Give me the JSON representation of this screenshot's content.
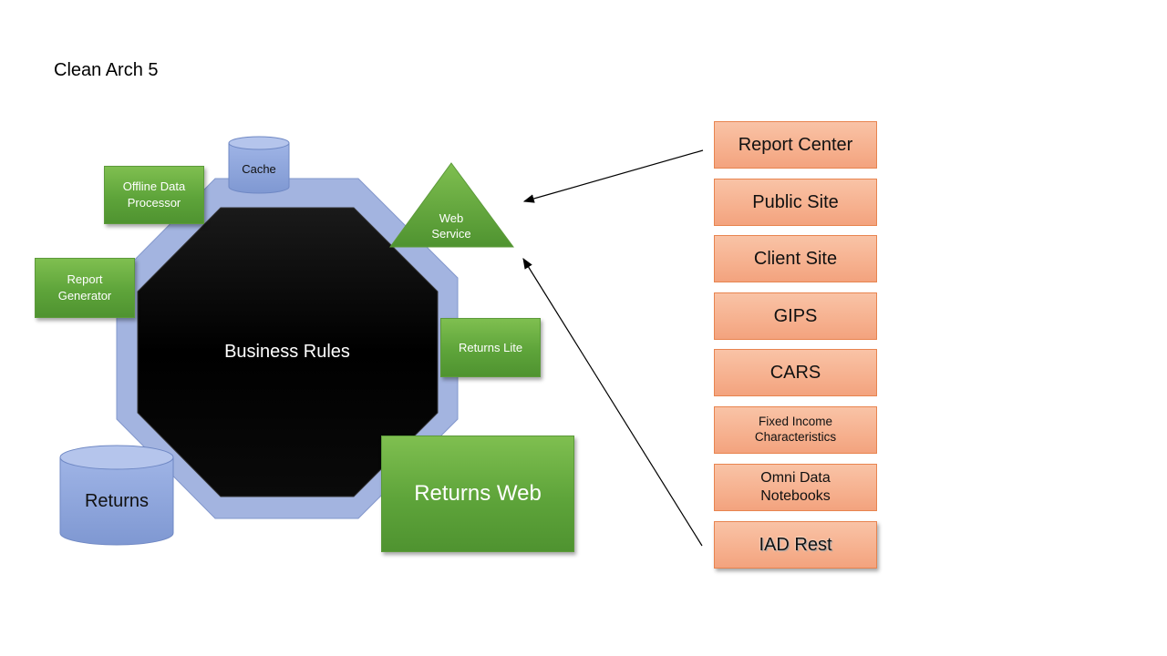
{
  "title": "Clean Arch 5",
  "core": {
    "label": "Business Rules"
  },
  "databases": {
    "cache": "Cache",
    "returns": "Returns"
  },
  "adapters": {
    "offline_data_processor": "Offline Data Processor",
    "report_generator": "Report Generator",
    "web_service": "Web Service",
    "returns_lite": "Returns Lite",
    "returns_web": "Returns Web"
  },
  "clients": [
    {
      "label": "Report Center"
    },
    {
      "label": "Public Site"
    },
    {
      "label": "Client Site"
    },
    {
      "label": "GIPS"
    },
    {
      "label": "CARS"
    },
    {
      "label": "Fixed Income Characteristics"
    },
    {
      "label": "Omni Data Notebooks"
    },
    {
      "label": "IAD Rest"
    }
  ],
  "colors": {
    "outer_ring": "#a3b4e0",
    "core": "#000000",
    "adapter_green": "#66a843",
    "database_blue": "#8fa8dc",
    "client_orange": "#f6b08e"
  }
}
